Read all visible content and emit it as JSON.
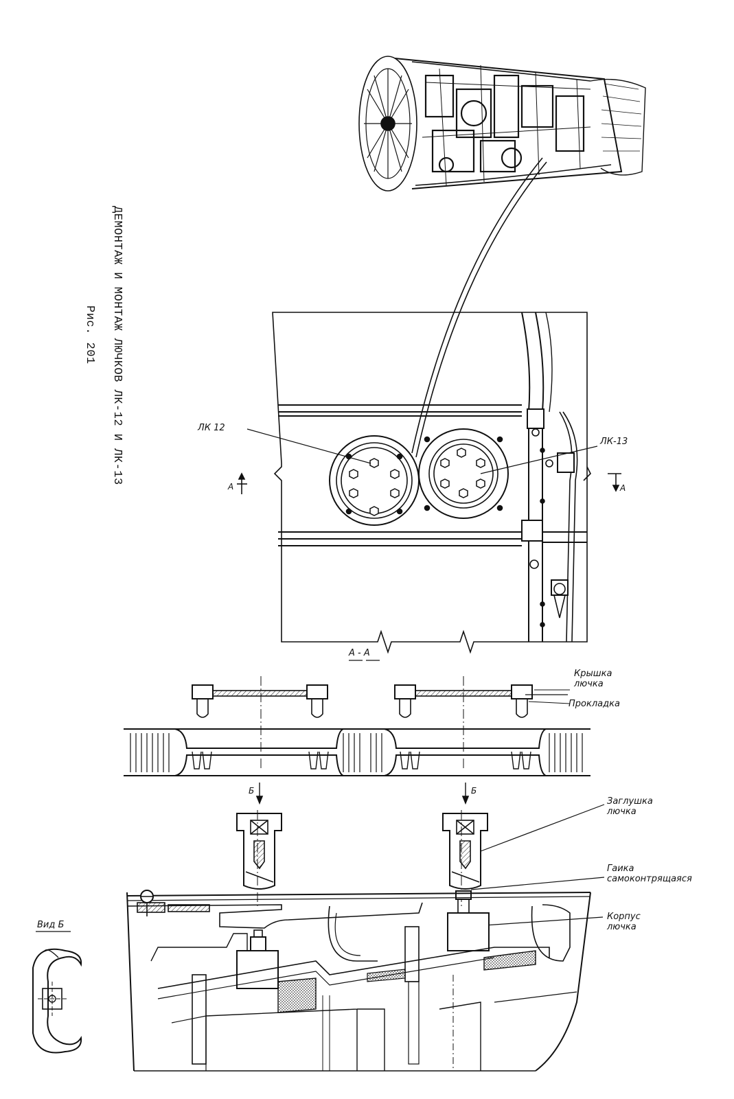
{
  "title": {
    "line1": "ДЕМОНТАЖ И МОНТАЖ ЛЮЧКОВ ЛК-12 И ЛК-13",
    "line2": "Рис. 201"
  },
  "labels": {
    "lk12": "ЛК 12",
    "lk13": "ЛК-13",
    "section_a_left": "А",
    "section_a_right": "А",
    "section_aa": "А - А",
    "cover_1": "Крышка",
    "cover_2": "лючка",
    "gasket": "Прокладка",
    "plug_1": "Заглушка",
    "plug_2": "лючка",
    "nut_1": "Гаика",
    "nut_2": "самоконтрящаяся",
    "body_1": "Корпус",
    "body_2": "лючка",
    "view_b_left": "Б",
    "view_b_right": "Б",
    "view_b_title": "Вид Б"
  }
}
